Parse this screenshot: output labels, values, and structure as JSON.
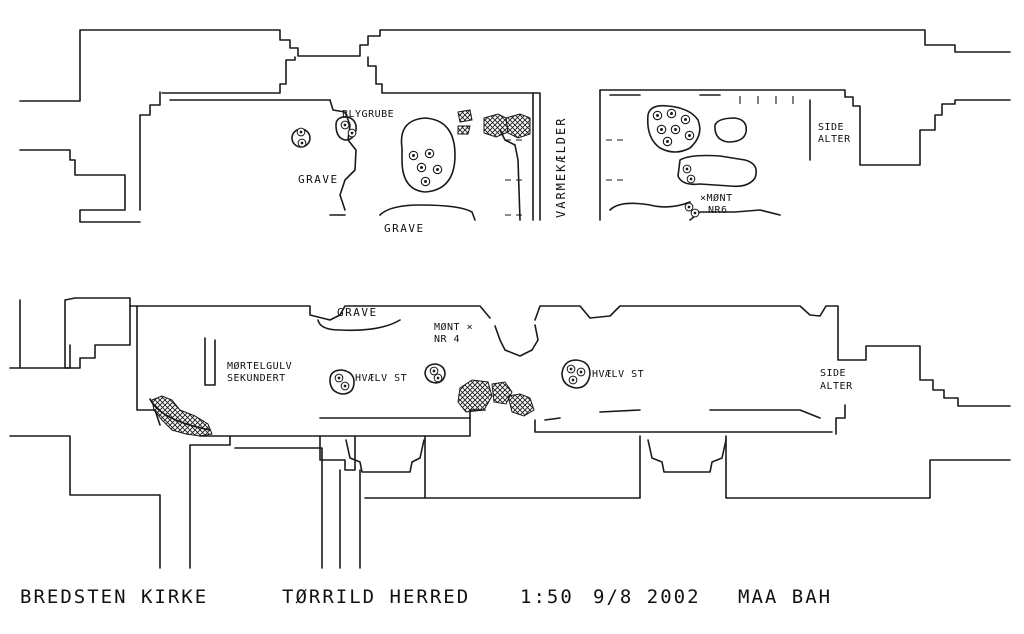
{
  "caption": {
    "church": "BREDSTEN KIRKE",
    "district": "TØRRILD HERRED",
    "scale": "1:50",
    "date": "9/8 2002",
    "author": "MAA BAH"
  },
  "labels": {
    "blygrube": "BLYGRUBE",
    "grave_upper_left": "GRAVE",
    "grave_upper_bottom": "GRAVE",
    "varmekaelder": "VARMEKÆLDER",
    "side_alter_upper_1": "SIDE",
    "side_alter_upper_2": "ALTER",
    "mont_nr6_1": "×MØNT",
    "mont_nr6_2": "NR6",
    "grave_lower": "GRAVE",
    "mont_nr4_1": "MØNT ×",
    "mont_nr4_2": "NR 4",
    "mortelgulv_1": "MØRTELGULV",
    "mortelgulv_2": "SEKUNDERT",
    "hvaelv_st_1": "HVÆLV ST",
    "hvaelv_st_2": "HVÆLV ST",
    "side_alter_lower_1": "SIDE",
    "side_alter_lower_2": "ALTER"
  },
  "symbols": {
    "cross_hatch": "cross-hatched masonry",
    "dotted_circle": "vault pillar base"
  }
}
